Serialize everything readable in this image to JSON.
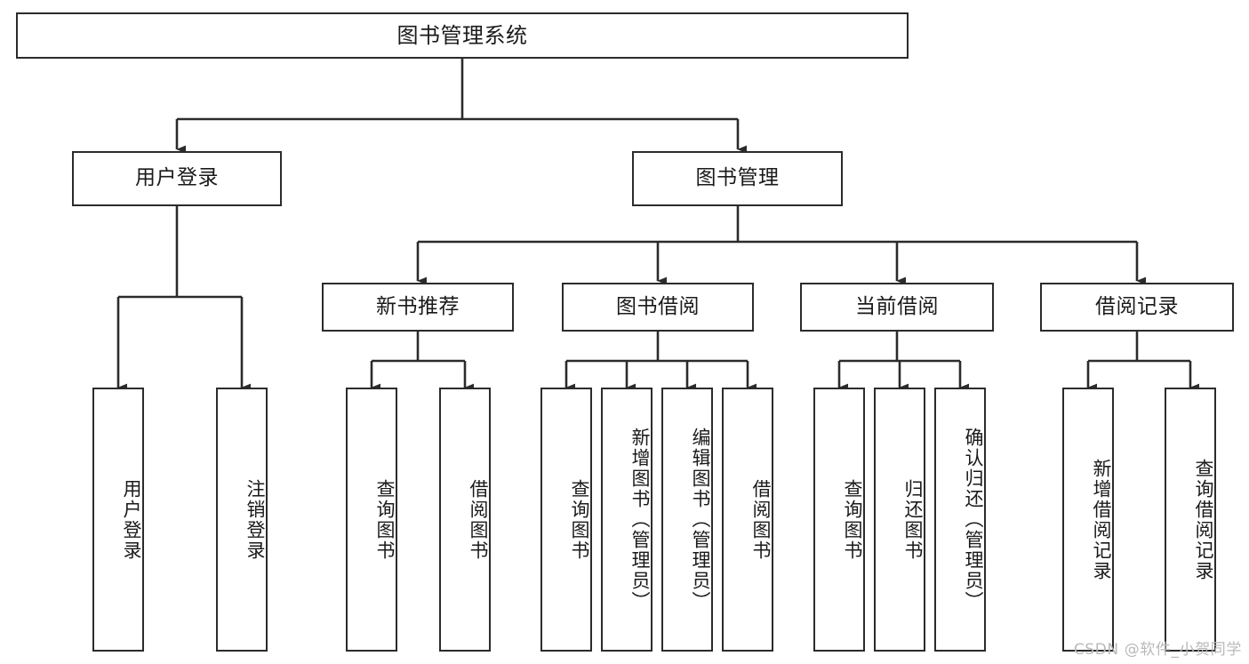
{
  "diagram": {
    "title": "图书管理系统",
    "watermark": "CSDN @软件_小贺同学",
    "stroke_color": "#2b2b2b",
    "fill_color": "#ffffff",
    "text_color": "#1a1a1a",
    "watermark_color": "#b9b9b9",
    "levels": {
      "root": "图书管理系统",
      "level2": [
        "用户登录",
        "图书管理"
      ],
      "level3": [
        "新书推荐",
        "图书借阅",
        "当前借阅",
        "借阅记录"
      ]
    },
    "nodes": {
      "root": {
        "label": "图书管理系统"
      },
      "user_login": {
        "label": "用户登录"
      },
      "book_manage": {
        "label": "图书管理"
      },
      "new_book_rec": {
        "label": "新书推荐"
      },
      "book_borrow": {
        "label": "图书借阅"
      },
      "current_borrow": {
        "label": "当前借阅"
      },
      "borrow_record": {
        "label": "借阅记录"
      },
      "leaf_user_login": {
        "label": "用户登录"
      },
      "leaf_logout": {
        "label": "注销登录"
      },
      "leaf_query_book_1": {
        "label": "查询图书"
      },
      "leaf_borrow_book_1": {
        "label": "借阅图书"
      },
      "leaf_query_book_2": {
        "label": "查询图书"
      },
      "leaf_add_book": {
        "label": "新增图书（管理员）"
      },
      "leaf_edit_book": {
        "label": "编辑图书（管理员）"
      },
      "leaf_borrow_book_2": {
        "label": "借阅图书"
      },
      "leaf_query_book_3": {
        "label": "查询图书"
      },
      "leaf_return_book": {
        "label": "归还图书"
      },
      "leaf_confirm_return": {
        "label": "确认归还（管理员）"
      },
      "leaf_add_record": {
        "label": "新增借阅记录"
      },
      "leaf_query_record": {
        "label": "查询借阅记录"
      }
    }
  }
}
